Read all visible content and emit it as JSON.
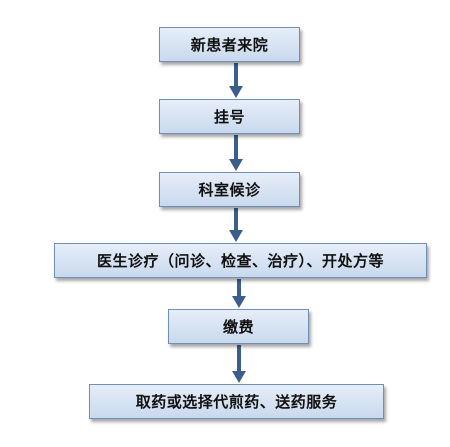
{
  "flow": {
    "steps": [
      "新患者来院",
      "挂号",
      "科室候诊",
      "医生诊疗（问诊、检查、治疗）、开处方等",
      "缴费",
      "取药或选择代煎药、送药服务"
    ]
  },
  "colors": {
    "box_fill_top": "#e6eef8",
    "box_fill_bottom": "#c9d9ee",
    "box_border": "#6f8fb8",
    "arrow": "#3b5f8c",
    "text": "#111111"
  }
}
